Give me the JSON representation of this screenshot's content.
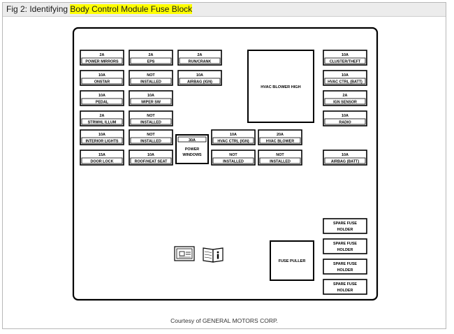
{
  "figure": {
    "title_prefix": "Fig 2: Identifying ",
    "title_highlight": "Body Control Module Fuse Block",
    "credit": "Courtesy of GENERAL MOTORS CORP."
  },
  "fuses": [
    {
      "id": "f1",
      "amp": "2A",
      "label": "POWER MIRRORS"
    },
    {
      "id": "f2",
      "amp": "2A",
      "label": "EPS"
    },
    {
      "id": "f3",
      "amp": "2A",
      "label": "RUN/CRANK"
    },
    {
      "id": "f4",
      "amp": "10A",
      "label": "ONSTAR"
    },
    {
      "id": "f5",
      "amp": "NOT",
      "label": "INSTALLED"
    },
    {
      "id": "f6",
      "amp": "10A",
      "label": "AIRBAG (IGN)"
    },
    {
      "id": "f7",
      "amp": "10A",
      "label": "PEDAL"
    },
    {
      "id": "f8",
      "amp": "10A",
      "label": "WIPER SW"
    },
    {
      "id": "f9",
      "amp": "2A",
      "label": "STRWHL ILLUM"
    },
    {
      "id": "f10",
      "amp": "NOT",
      "label": "INSTALLED"
    },
    {
      "id": "f11",
      "amp": "10A",
      "label": "INTERIOR LIGHTS"
    },
    {
      "id": "f12",
      "amp": "NOT",
      "label": "INSTALLED"
    },
    {
      "id": "f13",
      "amp": "15A",
      "label": "DOOR LOCK"
    },
    {
      "id": "f14",
      "amp": "10A",
      "label": "ROOF/HEAT SEAT"
    },
    {
      "id": "f15",
      "amp": "10A",
      "label": "HVAC CTRL (IGN)"
    },
    {
      "id": "f16",
      "amp": "20A",
      "label": "HVAC BLOWER"
    },
    {
      "id": "f17",
      "amp": "NOT",
      "label": "INSTALLED"
    },
    {
      "id": "f18",
      "amp": "NOT",
      "label": "INSTALLED"
    },
    {
      "id": "f19",
      "amp": "10A",
      "label": "CLUSTER/THEFT"
    },
    {
      "id": "f20",
      "amp": "10A",
      "label": "HVAC CTRL (BATT)"
    },
    {
      "id": "f21",
      "amp": "2A",
      "label": "IGN SENSOR"
    },
    {
      "id": "f22",
      "amp": "10A",
      "label": "RADIO"
    },
    {
      "id": "f23",
      "amp": "10A",
      "label": "AIRBAG (BATT)"
    }
  ],
  "power_windows": {
    "amp": "30A",
    "line1": "POWER",
    "line2": "WINDOWS"
  },
  "hvac_blower_high": {
    "label": "HVAC BLOWER HIGH"
  },
  "fuse_puller": {
    "label": "FUSE PULLER"
  },
  "spare_holders": [
    {
      "line1": "SPARE FUSE",
      "line2": "HOLDER"
    },
    {
      "line1": "SPARE FUSE",
      "line2": "HOLDER"
    },
    {
      "line1": "SPARE FUSE",
      "line2": "HOLDER"
    },
    {
      "line1": "SPARE FUSE",
      "line2": "HOLDER"
    }
  ],
  "icons": [
    "fuse-chart-icon",
    "owner-manual-icon"
  ]
}
